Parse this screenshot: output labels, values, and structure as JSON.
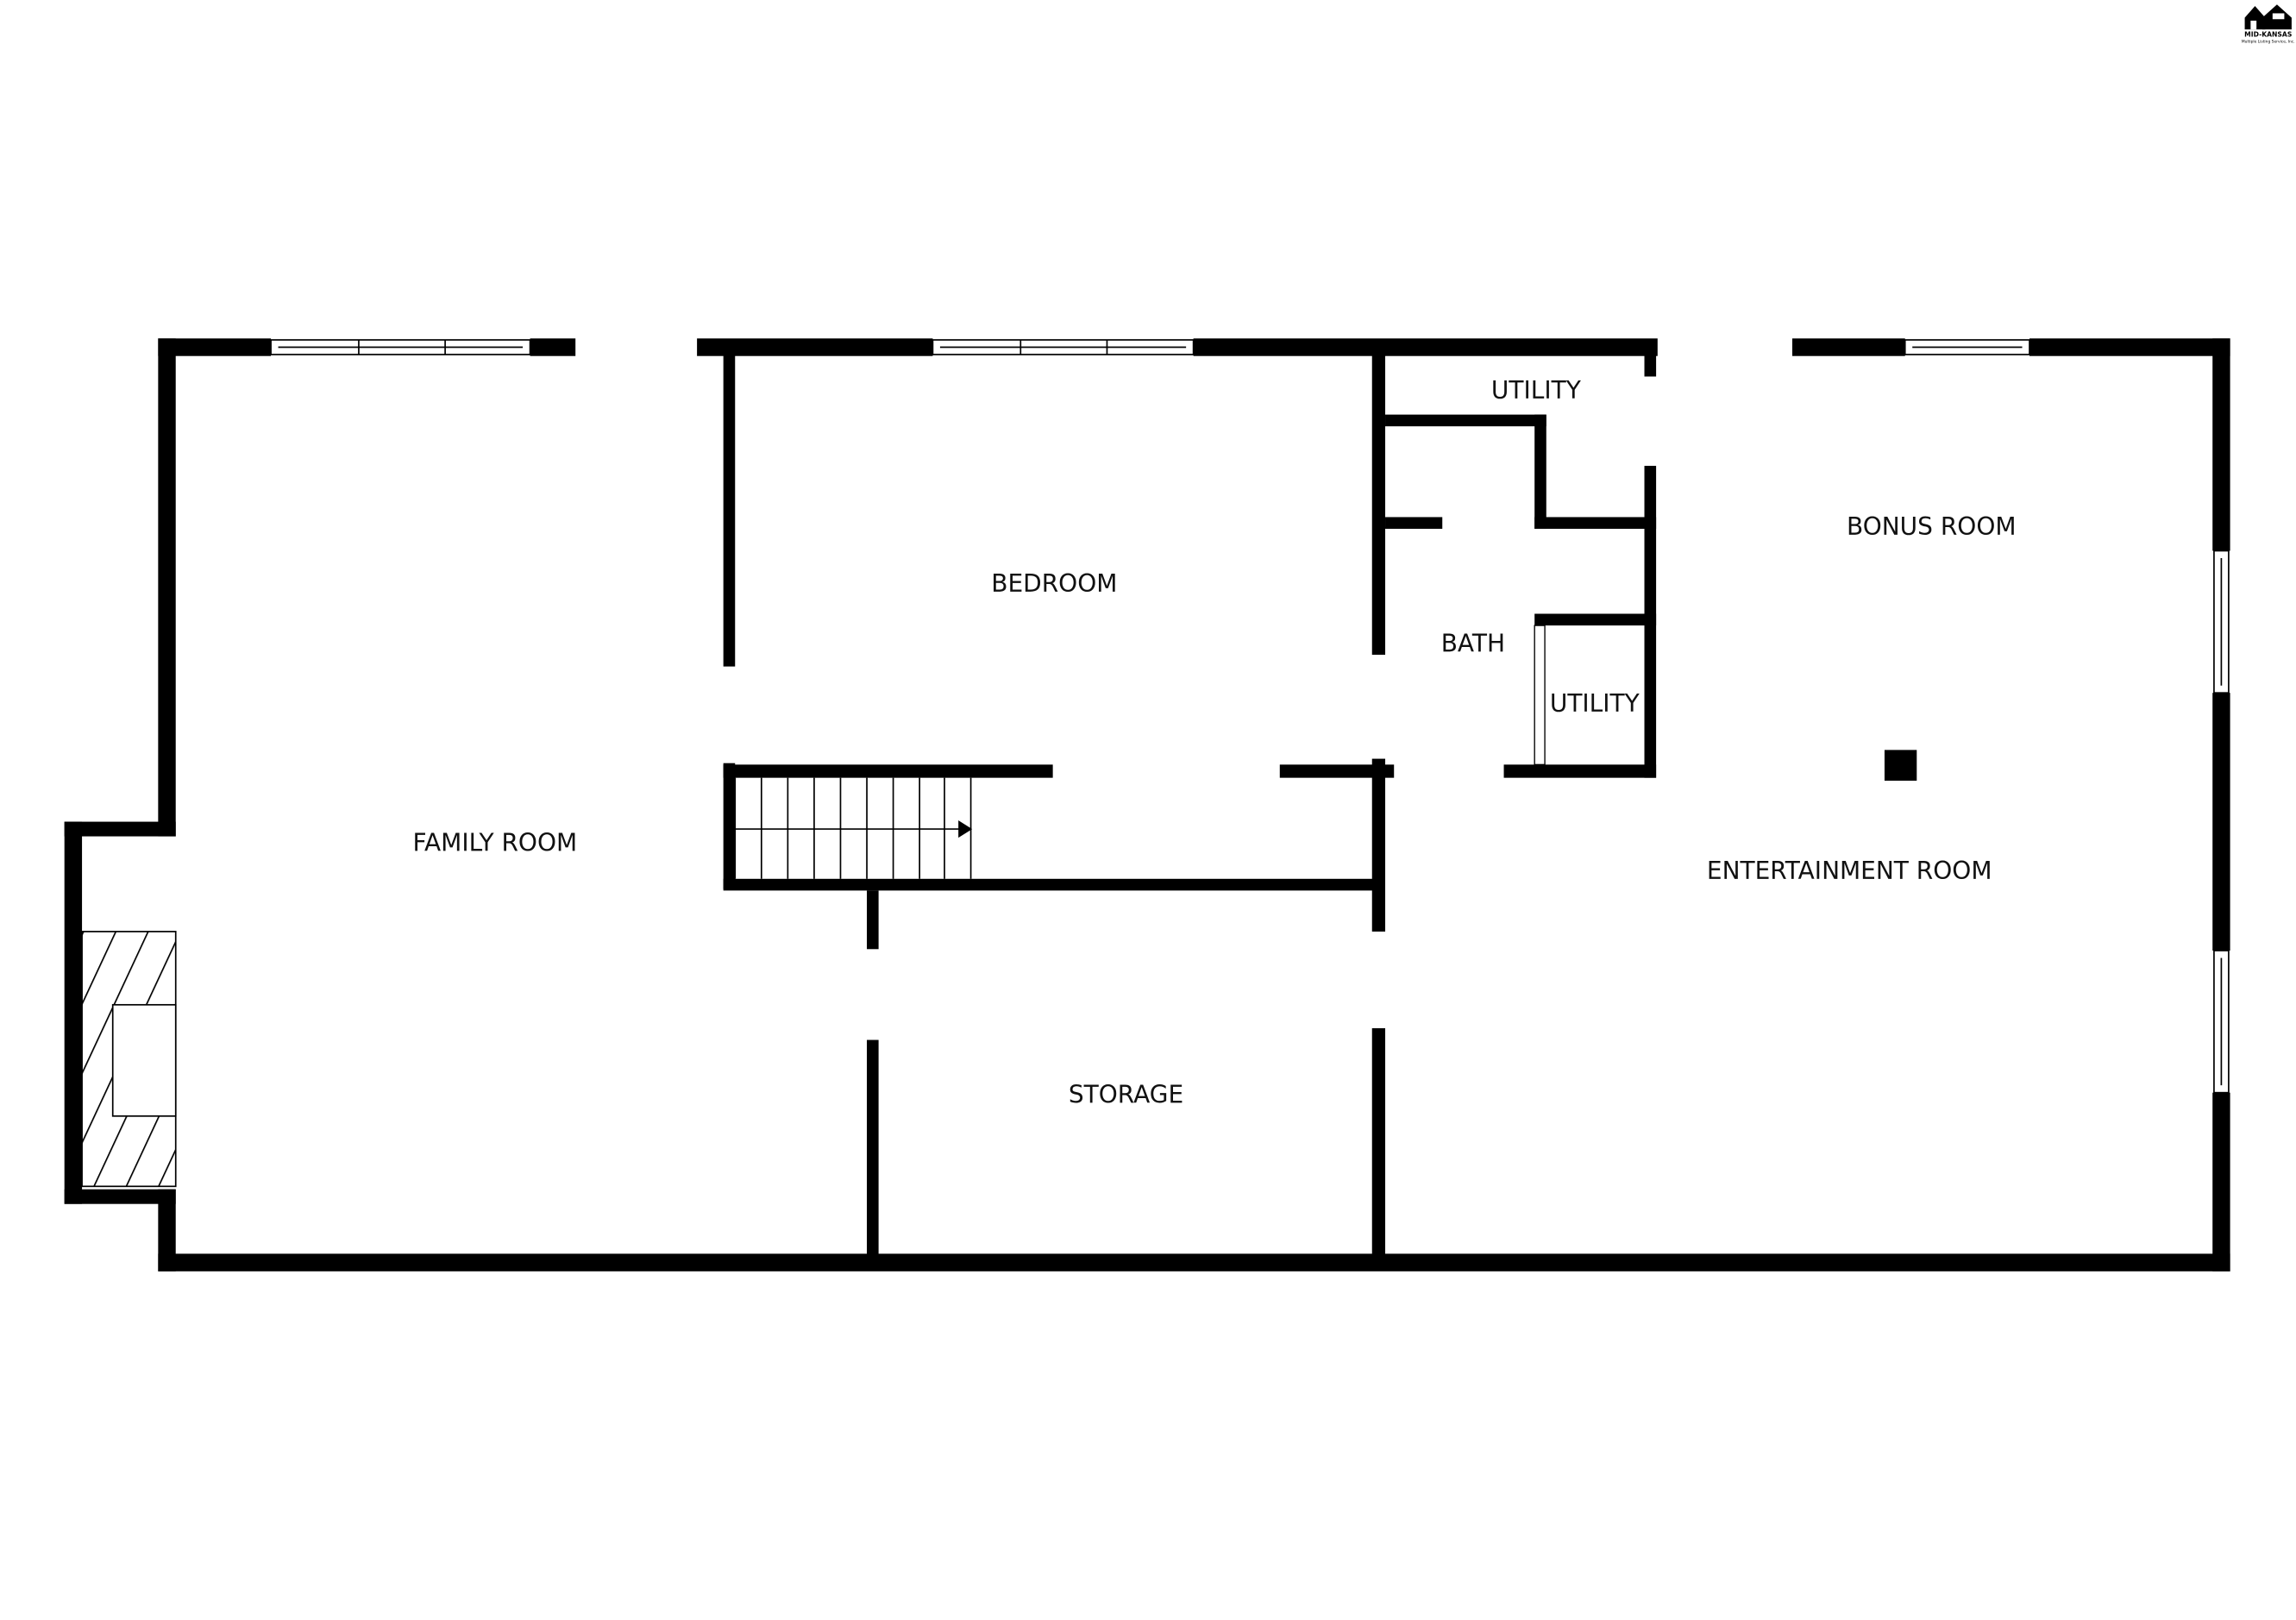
{
  "logo": {
    "name": "MID-KANSAS",
    "subtitle": "Multiple Listing Service, Inc."
  },
  "rooms": [
    {
      "id": "family-room",
      "label": "FAMILY ROOM"
    },
    {
      "id": "bedroom",
      "label": "BEDROOM"
    },
    {
      "id": "utility-top",
      "label": "UTILITY"
    },
    {
      "id": "bath",
      "label": "BATH"
    },
    {
      "id": "utility-small",
      "label": "UTILITY"
    },
    {
      "id": "bonus-room",
      "label": "BONUS ROOM"
    },
    {
      "id": "entertainment-room",
      "label": "ENTERTAINMENT ROOM"
    },
    {
      "id": "storage",
      "label": "STORAGE"
    }
  ],
  "colors": {
    "wall": "#000000",
    "background": "#ffffff"
  }
}
